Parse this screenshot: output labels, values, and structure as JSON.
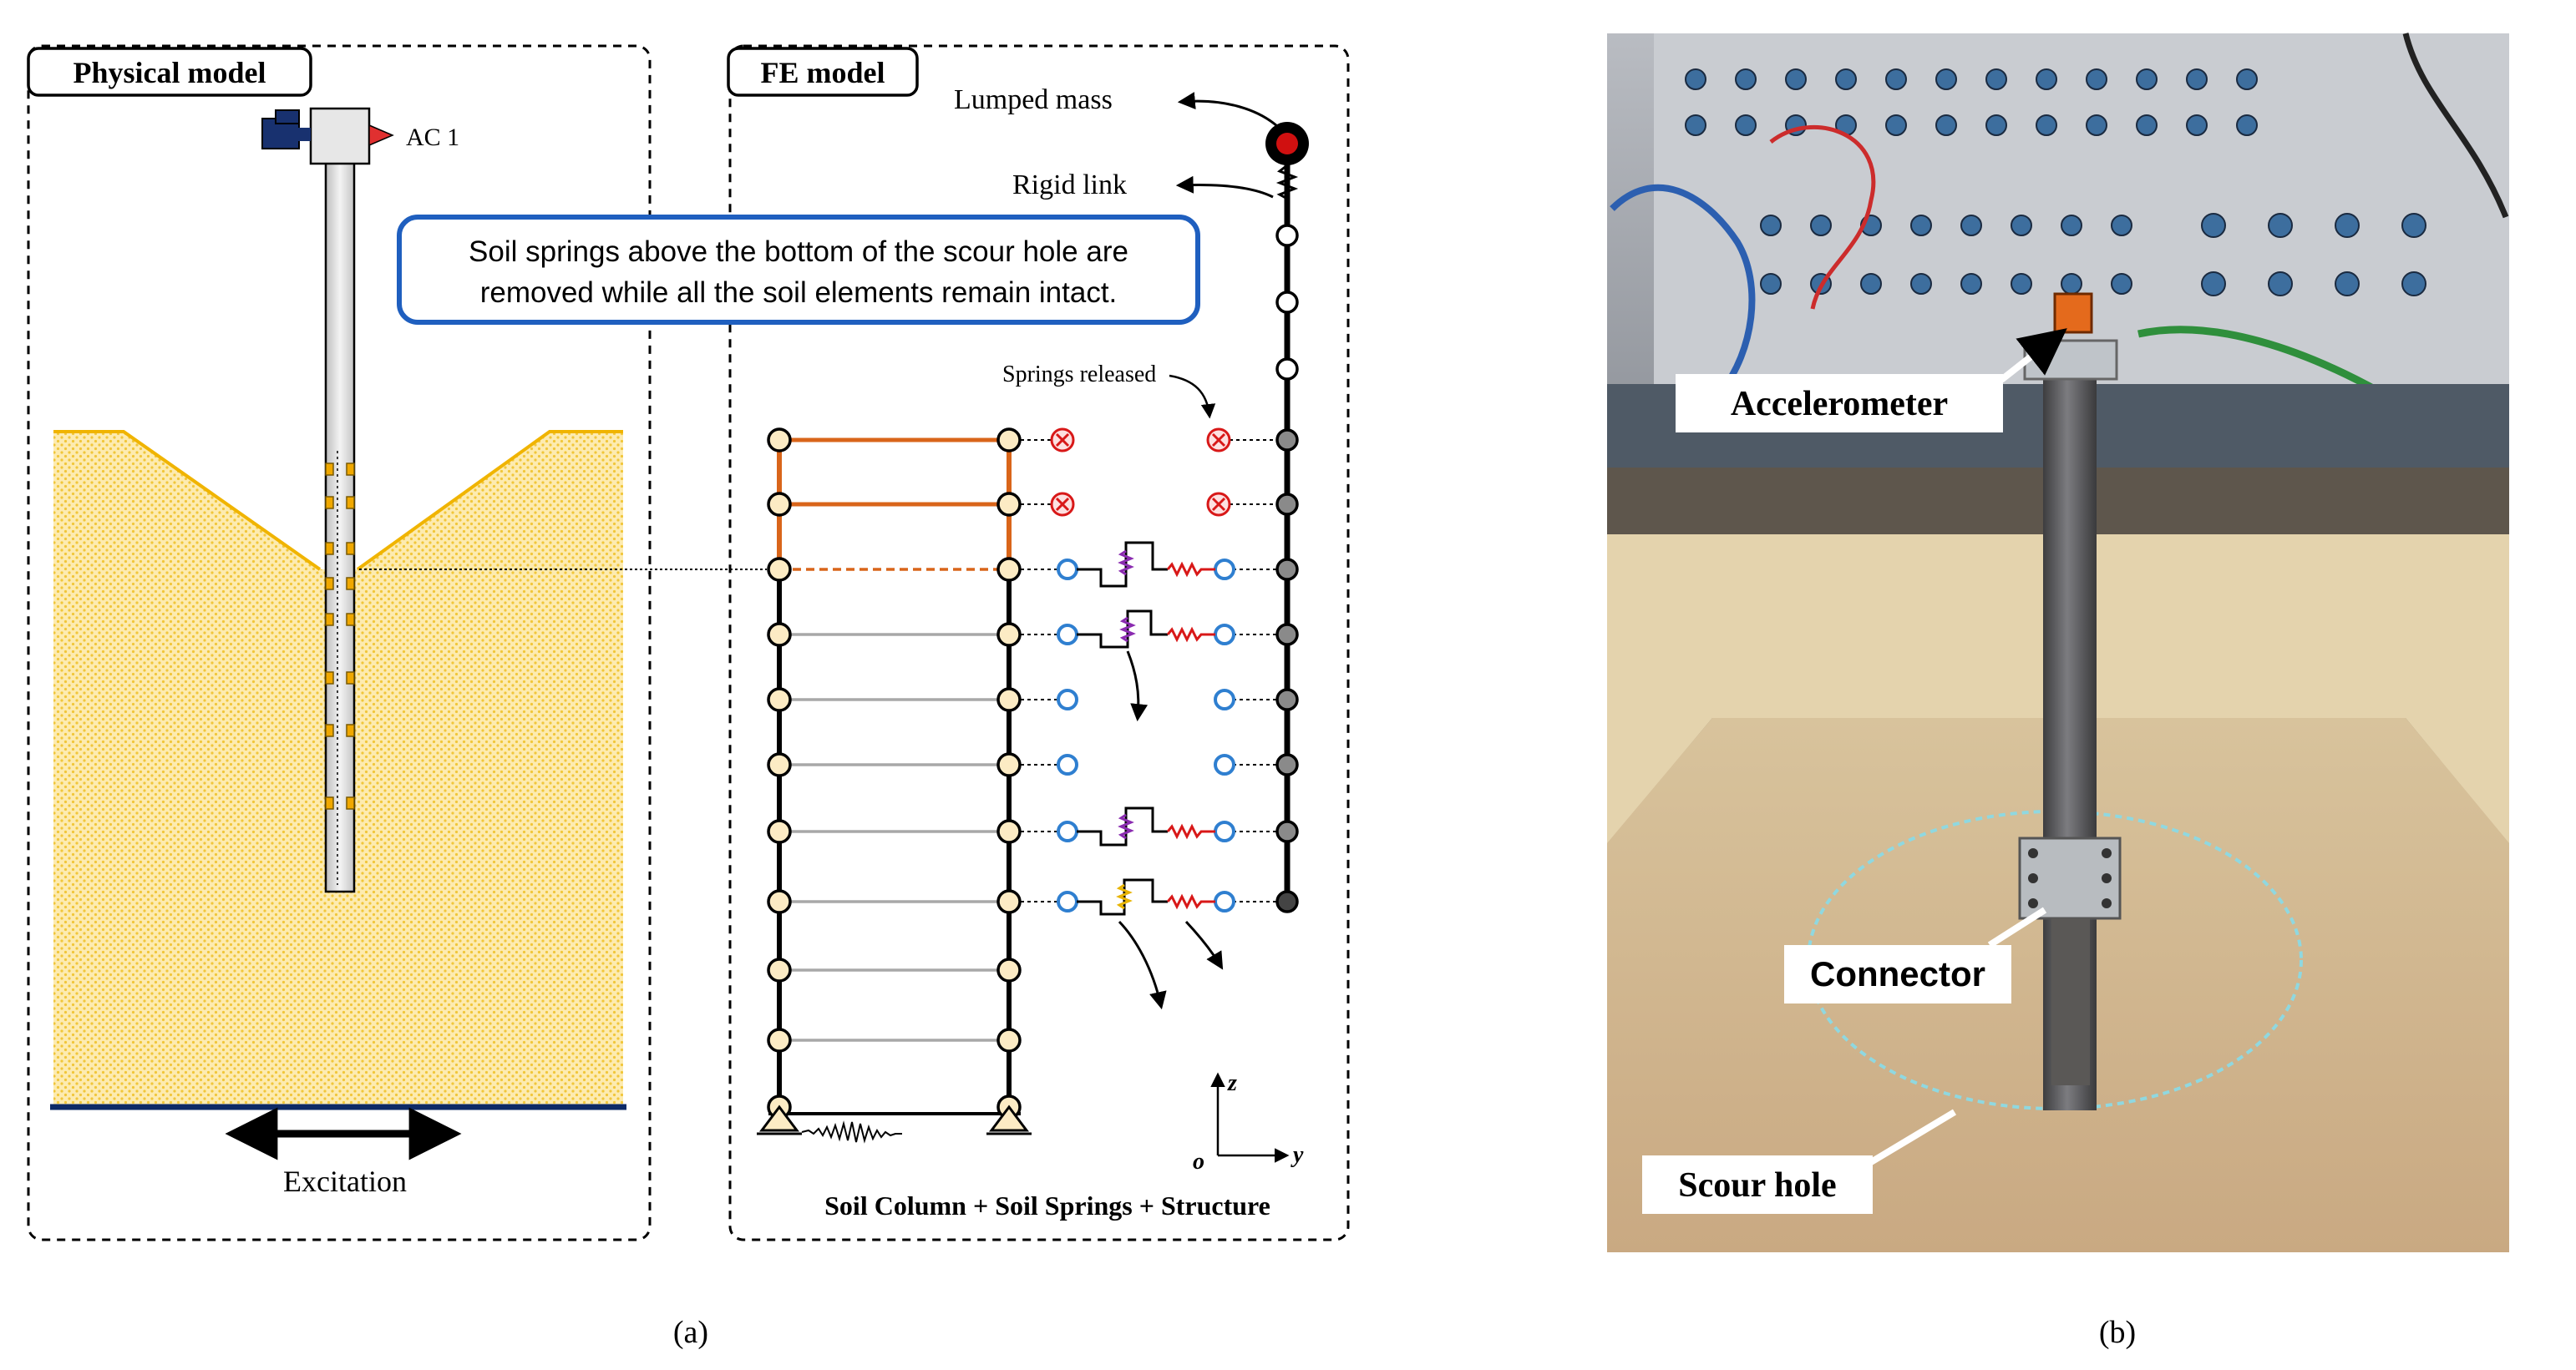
{
  "panel_a": {
    "physical": {
      "title": "Physical model",
      "sensor_label": "AC 1",
      "excitation_label": "Excitation"
    },
    "fe": {
      "title": "FE model",
      "lumped_mass_label": "Lumped mass",
      "rigid_link_label": "Rigid link",
      "callout_line1": "Soil springs above the bottom of the scour hole are",
      "callout_line2": "removed while all the soil elements remain intact.",
      "springs_released_label": "Springs released",
      "axis_z": "z",
      "axis_y": "y",
      "axis_o": "o",
      "caption": "Soil Column + Soil Springs + Structure"
    },
    "label": "(a)"
  },
  "panel_b": {
    "accelerometer_label": "Accelerometer",
    "connector_label": "Connector",
    "scour_hole_label": "Scour hole",
    "label": "(b)"
  },
  "colors": {
    "callout_border": "#1f5fbf",
    "soil_fill": "#fde9a6",
    "soil_dots": "#f2c230",
    "scour_line": "#f0b400",
    "soil_beam_orange": "#d9651a",
    "spring_red": "#d81818",
    "spring_purple": "#8a2bb0",
    "spring_yellow": "#e8b400",
    "blue_node": "#2f7fd0",
    "node_fill": "#fcebc4",
    "base_line": "#0d2a66"
  }
}
